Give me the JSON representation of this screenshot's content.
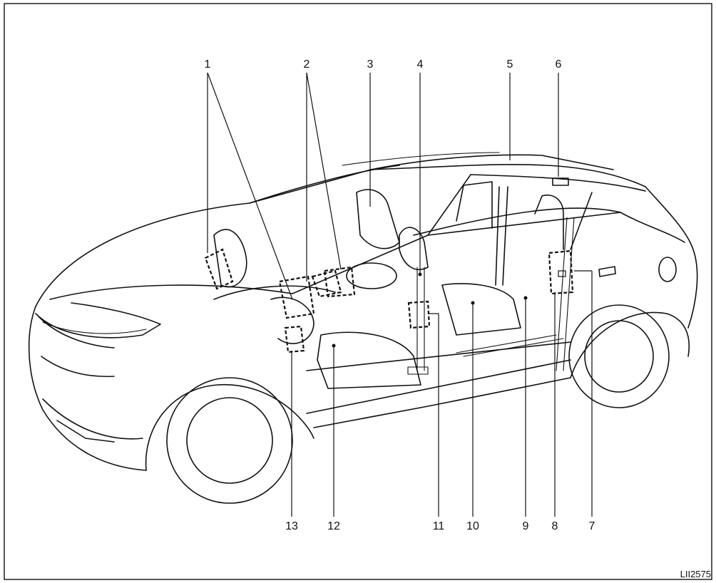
{
  "diagram": {
    "callouts": [
      {
        "id": "c1",
        "label": "1"
      },
      {
        "id": "c2",
        "label": "2"
      },
      {
        "id": "c3",
        "label": "3"
      },
      {
        "id": "c4",
        "label": "4"
      },
      {
        "id": "c5",
        "label": "5"
      },
      {
        "id": "c6",
        "label": "6"
      },
      {
        "id": "c7",
        "label": "7"
      },
      {
        "id": "c8",
        "label": "8"
      },
      {
        "id": "c9",
        "label": "9"
      },
      {
        "id": "c10",
        "label": "10"
      },
      {
        "id": "c11",
        "label": "11"
      },
      {
        "id": "c12",
        "label": "12"
      },
      {
        "id": "c13",
        "label": "13"
      }
    ],
    "figure_code": "LII2575"
  }
}
